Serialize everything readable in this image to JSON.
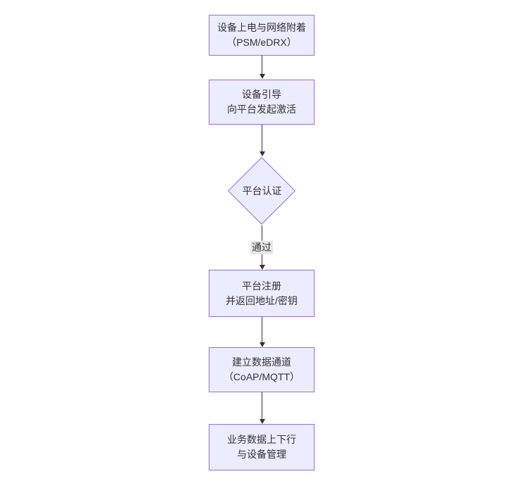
{
  "flow": {
    "nodes": [
      {
        "type": "rect",
        "lines": [
          "设备上电与网络附着",
          "（PSM/eDRX）"
        ]
      },
      {
        "type": "rect",
        "lines": [
          "设备引导",
          "向平台发起激活"
        ]
      },
      {
        "type": "diamond",
        "lines": [
          "平台认证"
        ]
      },
      {
        "type": "rect",
        "lines": [
          "平台注册",
          "并返回地址/密钥"
        ]
      },
      {
        "type": "rect",
        "lines": [
          "建立数据通道",
          "（CoAP/MQTT）"
        ]
      },
      {
        "type": "rect",
        "lines": [
          "业务数据上下行",
          "与设备管理"
        ]
      }
    ],
    "edge_label": "通过",
    "colors": {
      "node_fill": "#ECECFF",
      "node_border": "#9370DB",
      "text": "#333333",
      "arrow": "#333333",
      "edge_label_bg": "#e8e8e8"
    }
  }
}
